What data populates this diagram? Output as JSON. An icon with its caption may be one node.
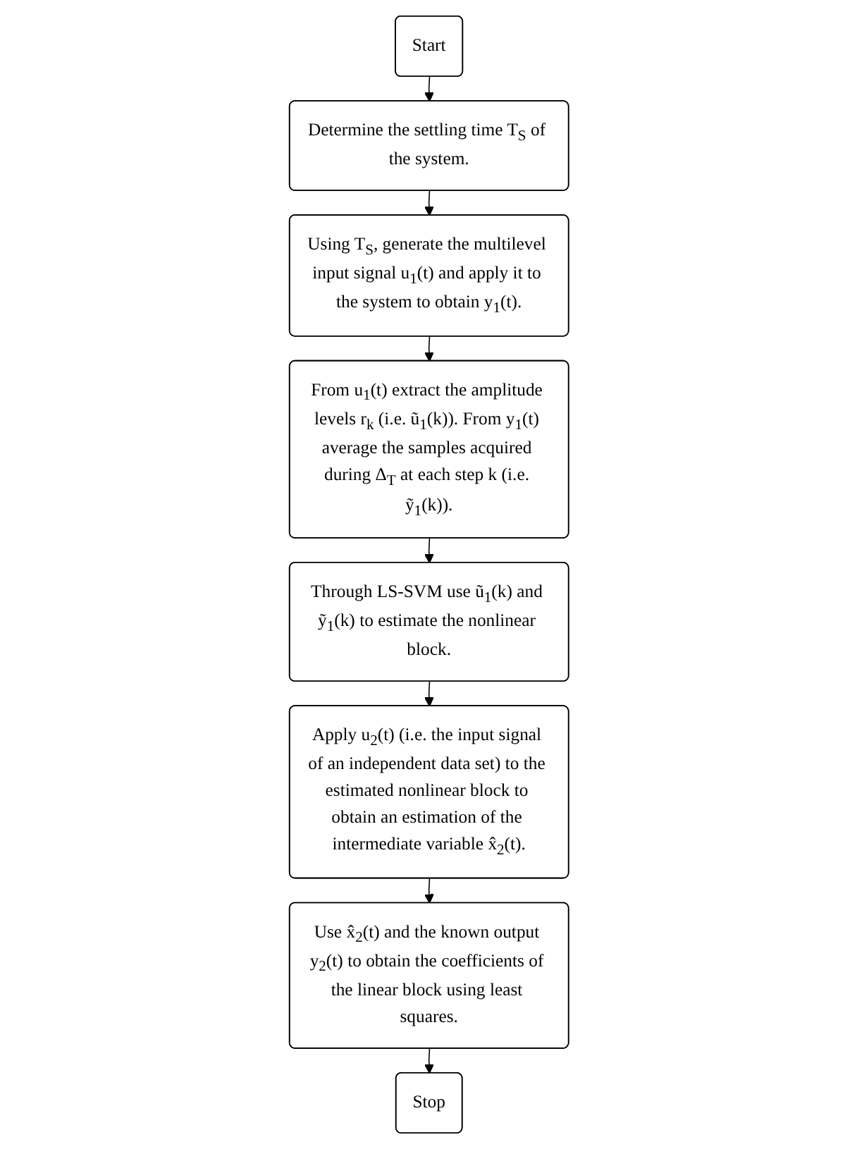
{
  "diagram": {
    "nodes": [
      {
        "text": [
          "Start"
        ]
      },
      {
        "text": [
          "Determine the settling time T$_{S}$ of the system."
        ]
      },
      {
        "text": [
          "Using T$_{S}$, generate the multilevel input signal u$_{1}$(t) and apply it to the system to obtain y$_{1}$(t)."
        ]
      },
      {
        "text": [
          "From u$_{1}$(t) extract the amplitude levels r$_{k}$ (i.e. ũ$_{1}$(k)). From y$_{1}$(t) average the samples acquired during Δ$_{T}$ at each step k (i.e. ỹ$_{1}$(k))."
        ]
      },
      {
        "text": [
          "Through LS-SVM use ũ$_{1}$(k) and ỹ$_{1}$(k) to estimate the nonlinear block."
        ]
      },
      {
        "text": [
          "Apply u$_{2}$(t) (i.e. the input signal of an independent data set) to the estimated nonlinear block to obtain an estimation of the intermediate variable x̂$_{2}$(t)."
        ]
      },
      {
        "text": [
          "Use x̂$_{2}$(t) and the known output y$_{2}$(t) to obtain the coefficients of the linear block using least squares."
        ]
      },
      {
        "text": [
          "Stop"
        ]
      }
    ],
    "edges": [
      {
        "from": 0,
        "to": 1,
        "arrow": "to"
      },
      {
        "from": 1,
        "to": 2,
        "arrow": "to"
      },
      {
        "from": 2,
        "to": 3,
        "arrow": "to"
      },
      {
        "from": 3,
        "to": 4,
        "arrow": "to"
      },
      {
        "from": 4,
        "to": 5,
        "arrow": "to"
      },
      {
        "from": 5,
        "to": 6,
        "arrow": "to"
      },
      {
        "from": 6,
        "to": 7,
        "arrow": "to"
      }
    ]
  }
}
